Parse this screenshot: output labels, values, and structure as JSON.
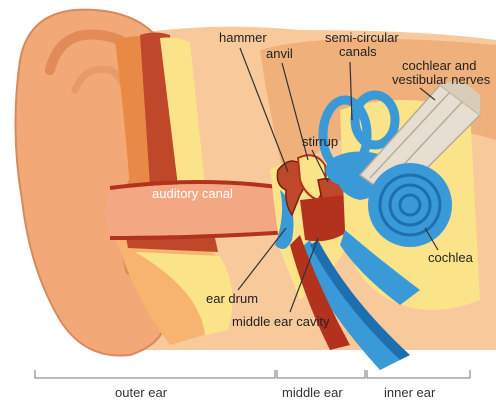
{
  "labels": {
    "hammer": "hammer",
    "anvil": "anvil",
    "semi_circular_1": "semi-circular",
    "semi_circular_2": "canals",
    "nerves_1": "cochlear and",
    "nerves_2": "vestibular nerves",
    "stirrup": "stirrup",
    "auditory_canal": "auditory canal",
    "cochlea": "cochlea",
    "ear_drum": "ear drum",
    "middle_ear_cavity": "middle ear cavity"
  },
  "sections": {
    "outer": "outer ear",
    "middle": "middle ear",
    "inner": "inner ear"
  },
  "colors": {
    "skin": "#f2a877",
    "skin_dark": "#e0864f",
    "tissue": "#f7c99b",
    "yellow": "#fbe38a",
    "bone_red": "#b3321e",
    "blue": "#3a9ad7",
    "blue_dark": "#1d6fb0",
    "nerve": "#e6ded0"
  }
}
